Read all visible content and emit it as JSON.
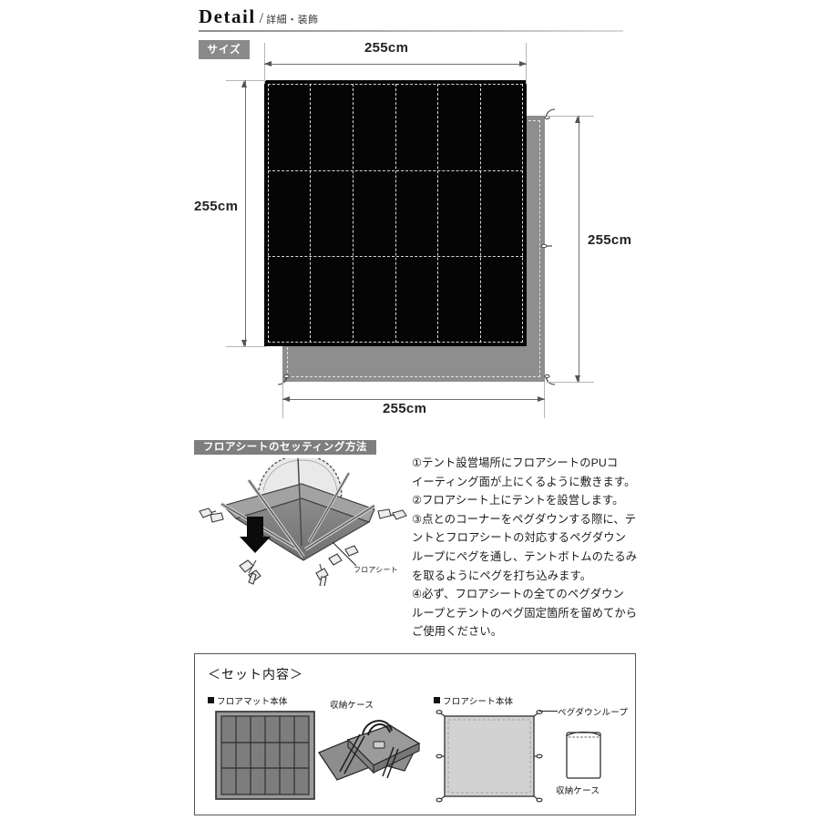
{
  "header": {
    "title": "Detail",
    "separator": "/",
    "subtitle": "詳細・装飾"
  },
  "size_section": {
    "badge": "サイズ",
    "dimensions": {
      "mat_top": "255cm",
      "mat_left": "255cm",
      "sheet_right": "255cm",
      "sheet_bottom": "255cm"
    }
  },
  "setting_section": {
    "badge": "フロアシートのセッティング方法",
    "illustration_caption": "フロアシート",
    "steps": [
      "①テント設営場所にフロアシートのPUコ",
      "イーティング面が上にくるように敷きます。",
      "②フロアシート上にテントを設営します。",
      "③点とのコーナーをペグダウンする際に、テ",
      "ントとフロアシートの対応するペグダウン",
      "ループにペグを通し、テントボトムのたるみ",
      "を取るようにペグを打ち込みます。",
      "④必ず、フロアシートの全てのペグダウン",
      "ループとテントのペグ固定箇所を留めてから",
      "ご使用ください。"
    ]
  },
  "set_contents": {
    "title": "＜セット内容＞",
    "items": [
      {
        "name": "floor-mat",
        "label": "フロアマット本体",
        "bullet": true
      },
      {
        "name": "storage-case-mat",
        "label": "収納ケース",
        "bullet": false
      },
      {
        "name": "floor-sheet",
        "label": "フロアシート本体",
        "bullet": true
      },
      {
        "name": "peg-down-loop",
        "label": "ペグダウンループ",
        "bullet": false
      },
      {
        "name": "storage-case-sheet",
        "label": "収納ケース",
        "bullet": false
      }
    ]
  },
  "colors": {
    "badge_gray": "#8a8a8a",
    "mat_black": "#050505",
    "sheet_gray": "#8e8e8e",
    "dim_line": "#6e6e6e",
    "text": "#1a1a1a"
  }
}
